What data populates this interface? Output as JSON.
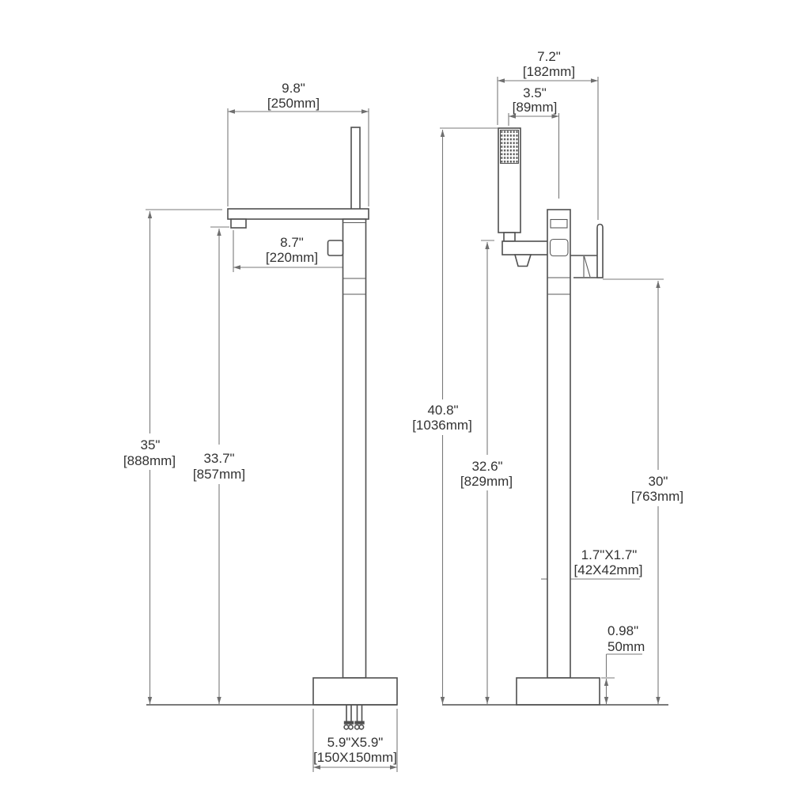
{
  "front": {
    "overall_width": {
      "in": "9.8\"",
      "mm": "[250mm]"
    },
    "spout_reach": {
      "in": "8.7\"",
      "mm": "[220mm]"
    },
    "overall_height": {
      "in": "35\"",
      "mm": "[888mm]"
    },
    "spout_height": {
      "in": "33.7\"",
      "mm": "[857mm]"
    },
    "base_size": {
      "in": "5.9\"X5.9\"",
      "mm": "[150X150mm]"
    }
  },
  "side": {
    "overall_width": {
      "in": "7.2\"",
      "mm": "[182mm]"
    },
    "shower_offset": {
      "in": "3.5\"",
      "mm": "[89mm]"
    },
    "overall_height": {
      "in": "40.8\"",
      "mm": "[1036mm]"
    },
    "holder_height": {
      "in": "32.6\"",
      "mm": "[829mm]"
    },
    "handle_height": {
      "in": "30\"",
      "mm": "[763mm]"
    },
    "column_section": {
      "in": "1.7\"X1.7\"",
      "mm": "[42X42mm]"
    },
    "base_height": {
      "in": "0.98\"",
      "mm": "50mm"
    }
  },
  "colors": {
    "object_line": "#4f4f4f",
    "dimension_line": "#7a7a7a",
    "text": "#333333",
    "background": "#ffffff"
  }
}
